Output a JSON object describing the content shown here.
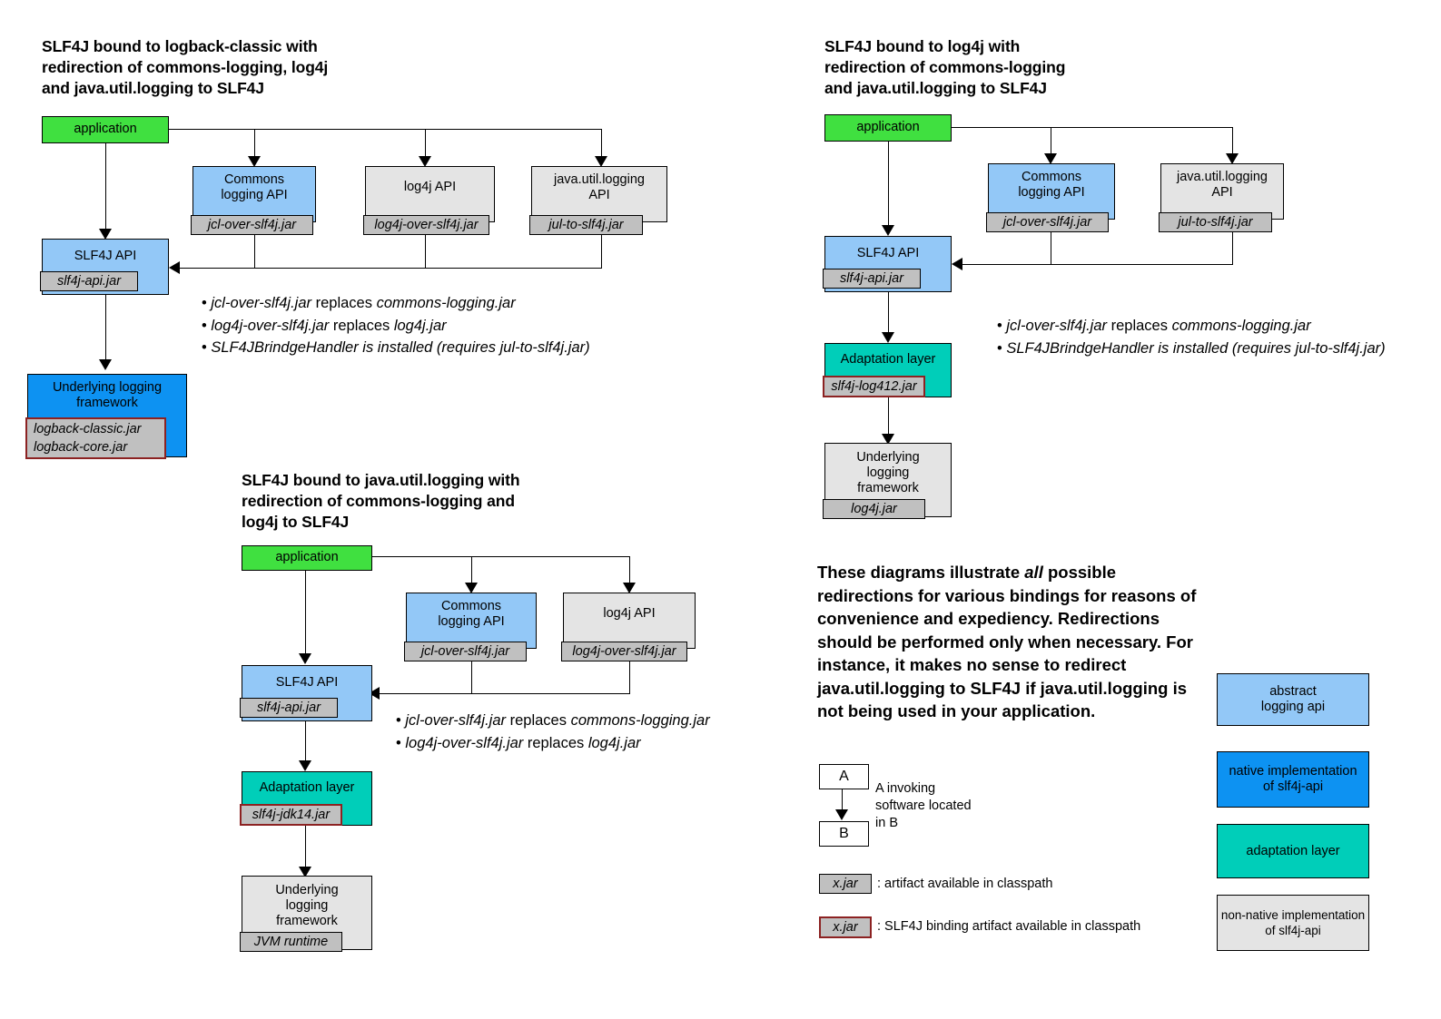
{
  "diagrams": {
    "d1": {
      "title": "SLF4J bound to logback-classic with\nredirection of commons-logging, log4j\nand java.util.logging to SLF4J",
      "application": "application",
      "commons": "Commons\nlogging API",
      "commons_jar": "jcl-over-slf4j.jar",
      "log4j_api": "log4j API",
      "log4j_jar": "log4j-over-slf4j.jar",
      "jul_api": "java.util.logging\nAPI",
      "jul_jar": "jul-to-slf4j.jar",
      "slf4j_api": "SLF4J API",
      "slf4j_jar": "slf4j-api.jar",
      "underlying": "Underlying logging\nframework",
      "underlying_jar": "logback-classic.jar\nlogback-core.jar",
      "notes": [
        {
          "italic1": "jcl-over-slf4j.jar",
          "plain": " replaces ",
          "italic2": "commons-logging.jar"
        },
        {
          "italic1": "log4j-over-slf4j.jar",
          "plain": " replaces ",
          "italic2": "log4j.jar"
        },
        {
          "italic1": "SLF4JBrindgeHandler is installed (requires jul-to-slf4j.jar)",
          "plain": "",
          "italic2": ""
        }
      ]
    },
    "d2": {
      "title": "SLF4J bound to log4j with\nredirection of commons-logging\nand java.util.logging to SLF4J",
      "application": "application",
      "commons": "Commons\nlogging API",
      "commons_jar": "jcl-over-slf4j.jar",
      "jul_api": "java.util.logging\nAPI",
      "jul_jar": "jul-to-slf4j.jar",
      "slf4j_api": "SLF4J API",
      "slf4j_jar": "slf4j-api.jar",
      "adaptation": "Adaptation layer",
      "adaptation_jar": "slf4j-log412.jar",
      "underlying": "Underlying\nlogging\nframework",
      "underlying_jar": "log4j.jar",
      "notes": [
        {
          "italic1": "jcl-over-slf4j.jar",
          "plain": " replaces ",
          "italic2": "commons-logging.jar"
        },
        {
          "italic1": "SLF4JBrindgeHandler is installed (requires jul-to-slf4j.jar)",
          "plain": "",
          "italic2": ""
        }
      ]
    },
    "d3": {
      "title": "SLF4J bound to java.util.logging with\nredirection of commons-logging and\nlog4j to SLF4J",
      "application": "application",
      "commons": "Commons\nlogging API",
      "commons_jar": "jcl-over-slf4j.jar",
      "log4j_api": "log4j API",
      "log4j_jar": "log4j-over-slf4j.jar",
      "slf4j_api": "SLF4J API",
      "slf4j_jar": "slf4j-api.jar",
      "adaptation": "Adaptation layer",
      "adaptation_jar": "slf4j-jdk14.jar",
      "underlying": "Underlying\nlogging\nframework",
      "underlying_jar": "JVM runtime",
      "notes": [
        {
          "italic1": "jcl-over-slf4j.jar",
          "plain": " replaces ",
          "italic2": "commons-logging.jar"
        },
        {
          "italic1": "log4j-over-slf4j.jar",
          "plain": " replaces ",
          "italic2": "log4j.jar"
        }
      ]
    }
  },
  "paragraph": {
    "part1": "These diagrams illustrate ",
    "emph": "all",
    "part2": " possible redirections for various bindings for reasons of convenience and expediency. Redirections should be performed only when necessary. For instance, it makes no sense to redirect java.util.logging to SLF4J if java.util.logging is not being used in your application."
  },
  "legend": {
    "node_a": "A",
    "node_b": "B",
    "arrow_caption": "A invoking\nsoftware located\nin B",
    "jar_plain": "x.jar",
    "jar_plain_desc": ": artifact available in classpath",
    "jar_binding": "x.jar",
    "jar_binding_desc": ": SLF4J binding artifact available in classpath",
    "colors": [
      {
        "label": "abstract\nlogging api",
        "hex": "#93c8f7"
      },
      {
        "label": "native implementation\nof slf4j-api",
        "hex": "#0d92f2"
      },
      {
        "label": "adaptation layer",
        "hex": "#00ceb9"
      },
      {
        "label": "non-native implementation\nof slf4j-api",
        "hex": "#e4e4e4"
      }
    ]
  }
}
